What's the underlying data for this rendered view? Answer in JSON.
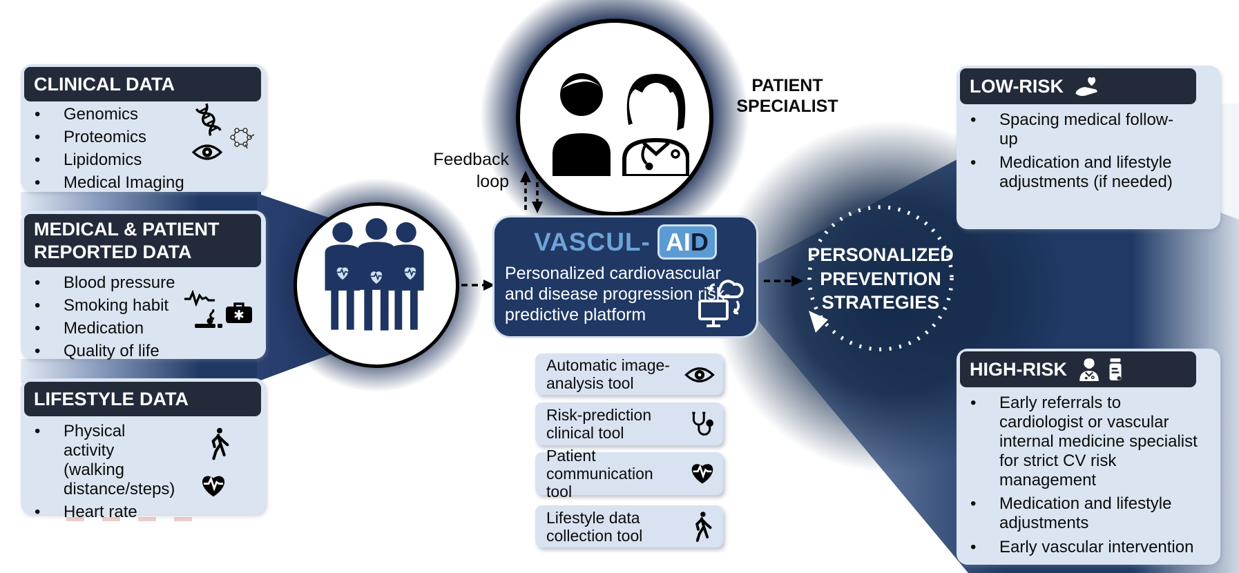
{
  "colors": {
    "navy": "#1f3864",
    "header_dark": "#232b3a",
    "light_blue_panel": "#dbe5f1",
    "badge_blue": "#5b9bd5",
    "brand_text_blue": "#6fa3d8",
    "white": "#ffffff"
  },
  "left": {
    "clinical": {
      "title": "CLINICAL DATA",
      "items": [
        "Genomics",
        "Proteomics",
        "Lipidomics",
        "Medical Imaging"
      ],
      "icons": [
        "dna-icon",
        "molecule-icon",
        "eye-icon"
      ]
    },
    "medical": {
      "title": "MEDICAL & PATIENT REPORTED DATA",
      "items": [
        "Blood pressure",
        "Smoking habit",
        "Medication",
        "Quality of life"
      ],
      "icons": [
        "pulse-icon",
        "first-aid-kit-icon",
        "smoking-icon"
      ]
    },
    "lifestyle": {
      "title": "LIFESTYLE DATA",
      "items": [
        "Physical activity (walking distance/steps)",
        "Heart rate"
      ],
      "icons": [
        "walking-icon",
        "heart-rate-icon"
      ]
    }
  },
  "center": {
    "feedback": {
      "line1": "Feedback",
      "line2": "loop"
    },
    "actors": {
      "line1": "PATIENT",
      "line2": "SPECIALIST"
    },
    "patients_icon": "patients-group-icon",
    "actors_icon": "patient-and-specialist-icon",
    "platform": {
      "brand_prefix": "VASCUL-",
      "badge_ai": "AI",
      "badge_d": "D",
      "description": "Personalized cardiovascular and disease progression risk-predictive platform",
      "icon": "cloud-computing-icon"
    },
    "tools": [
      {
        "label": "Automatic image-analysis tool",
        "icon": "eye-icon"
      },
      {
        "label": "Risk-prediction clinical tool",
        "icon": "stethoscope-icon"
      },
      {
        "label": "Patient communication tool",
        "icon": "heart-rate-icon"
      },
      {
        "label": "Lifestyle data collection tool",
        "icon": "walking-icon"
      }
    ]
  },
  "right": {
    "strategies": {
      "line1": "PERSONALIZED",
      "line2": "PREVENTION",
      "line3": "STRATEGIES"
    },
    "low_risk": {
      "title": "LOW-RISK",
      "icon": "hand-heart-icon",
      "items": [
        "Spacing medical follow-up",
        "Medication and lifestyle adjustments (if needed)"
      ]
    },
    "high_risk": {
      "title": "HIGH-RISK",
      "icons": [
        "doctor-icon",
        "pill-bottle-icon"
      ],
      "items": [
        "Early referrals to cardiologist or vascular internal medicine specialist for strict CV risk management",
        "Medication and lifestyle adjustments",
        "Early vascular intervention"
      ]
    }
  }
}
